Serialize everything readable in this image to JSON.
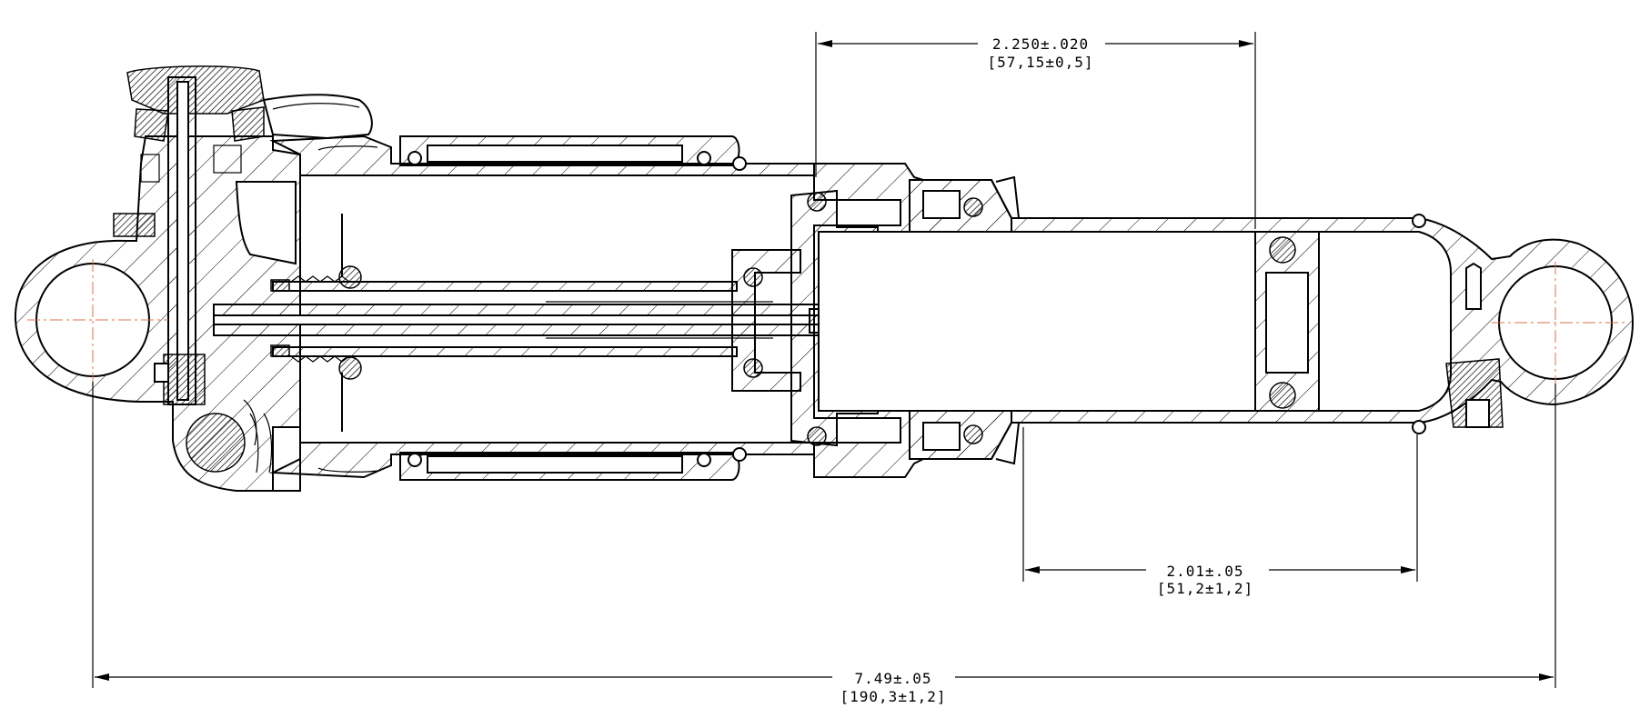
{
  "dimensions": {
    "top": {
      "imperial": "2.250±.020",
      "metric": "[57,15±0,5]"
    },
    "middle": {
      "imperial": "2.01±.05",
      "metric": "[51,2±1,2]"
    },
    "overall": {
      "imperial": "7.49±.05",
      "metric": "[190,3±1,2]"
    }
  },
  "colors": {
    "line": "#000000",
    "centerline": "#d9764a",
    "background": "#ffffff"
  }
}
